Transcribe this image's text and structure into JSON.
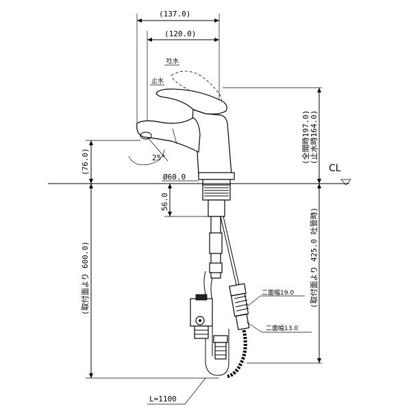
{
  "dimensions": {
    "total_width": "(137.0)",
    "spout_width": "(120.0)",
    "spout_height": "(76.0)",
    "base_diameter": "Ø60.0",
    "thread_length": "56.0",
    "height_full_open": "(全開時197.0)",
    "height_closed": "(止水時164.0)",
    "angle": "25°",
    "from_mount_600": "(取付面より 600.0)",
    "from_mount_425": "(取付面より 425.0 吐管時)",
    "wrench_19": "二面幅19.0",
    "wrench_13": "二面幅13.0",
    "hose_length": "L=1100"
  },
  "labels": {
    "open_water": "吐水",
    "stop_water": "止水",
    "centerline": "CL"
  }
}
